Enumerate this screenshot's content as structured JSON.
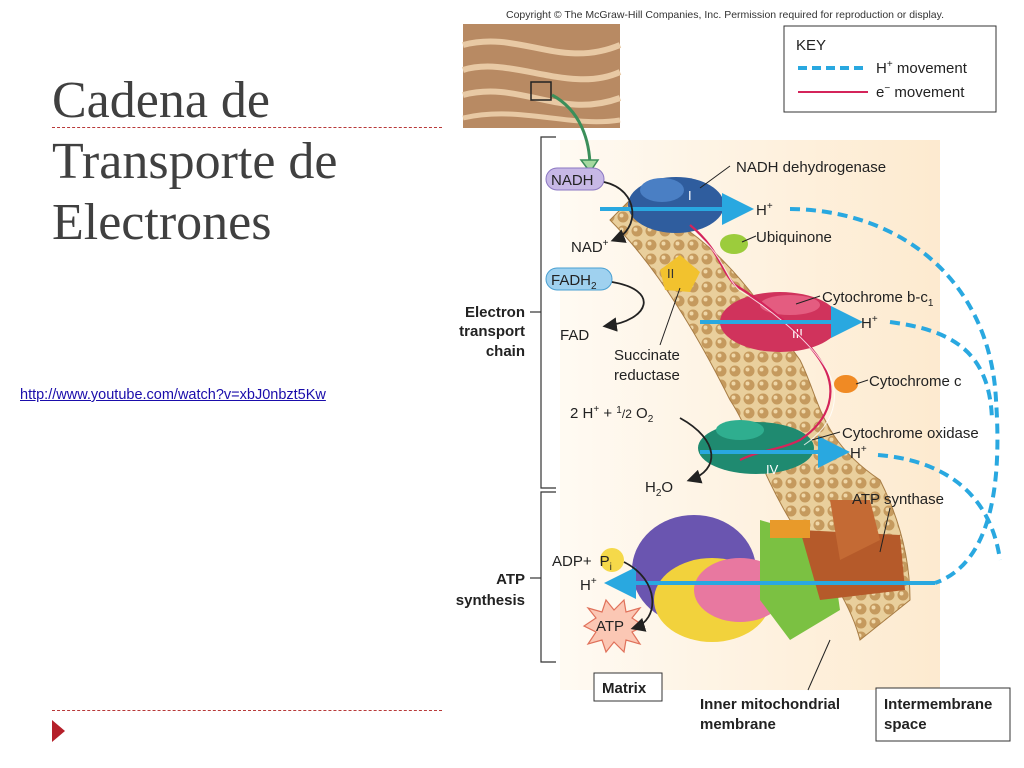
{
  "slide": {
    "title_lines": [
      "Cadena de",
      "Transporte de",
      "Electrones"
    ],
    "link_text": "http://www.youtube.com/watch?v=xbJ0nbzt5Kw"
  },
  "figure": {
    "copyright": "Copyright © The McGraw-Hill Companies, Inc. Permission required for reproduction or display.",
    "key": {
      "title": "KEY",
      "h_movement": "movement",
      "e_movement": "movement"
    },
    "labels": {
      "nadh": "NADH",
      "nad": "NAD",
      "fadh": "FADH",
      "fad": "FAD",
      "nadh_dehydrogenase": "NADH dehydrogenase",
      "ubiquinone": "Ubiquinone",
      "cytochrome_bc": "Cytochrome b-c",
      "cytochrome_c": "Cytochrome c",
      "cytochrome_oxidase": "Cytochrome oxidase",
      "atp_synthase": "ATP synthase",
      "succinate_line1": "Succinate",
      "succinate_line2": "reductase",
      "electron_line1": "Electron",
      "electron_line2": "transport",
      "electron_line3": "chain",
      "atp_synth_line1": "ATP",
      "atp_synth_line2": "synthesis",
      "matrix": "Matrix",
      "inner_line1": "Inner mitochondrial",
      "inner_line2": "membrane",
      "intermembrane_line1": "Intermembrane",
      "intermembrane_line2": "space",
      "h2o": "H",
      "h2o_tail": "O",
      "oxygen_eq": "2 H",
      "adp": "ADP",
      "pi": "P",
      "atp": "ATP",
      "hplus": "H",
      "complex_1": "I",
      "complex_2": "II",
      "complex_3": "III",
      "complex_4": "IV"
    },
    "colors": {
      "h_flow": "#29a8e0",
      "e_flow": "#d4245a",
      "complex_1": "#2f5d9e",
      "complex_2": "#f2c22e",
      "complex_3": "#d0335c",
      "complex_4": "#1f8a70",
      "ubiquinone": "#9ccc3c",
      "cytochrome_c": "#f08a24"
    }
  }
}
